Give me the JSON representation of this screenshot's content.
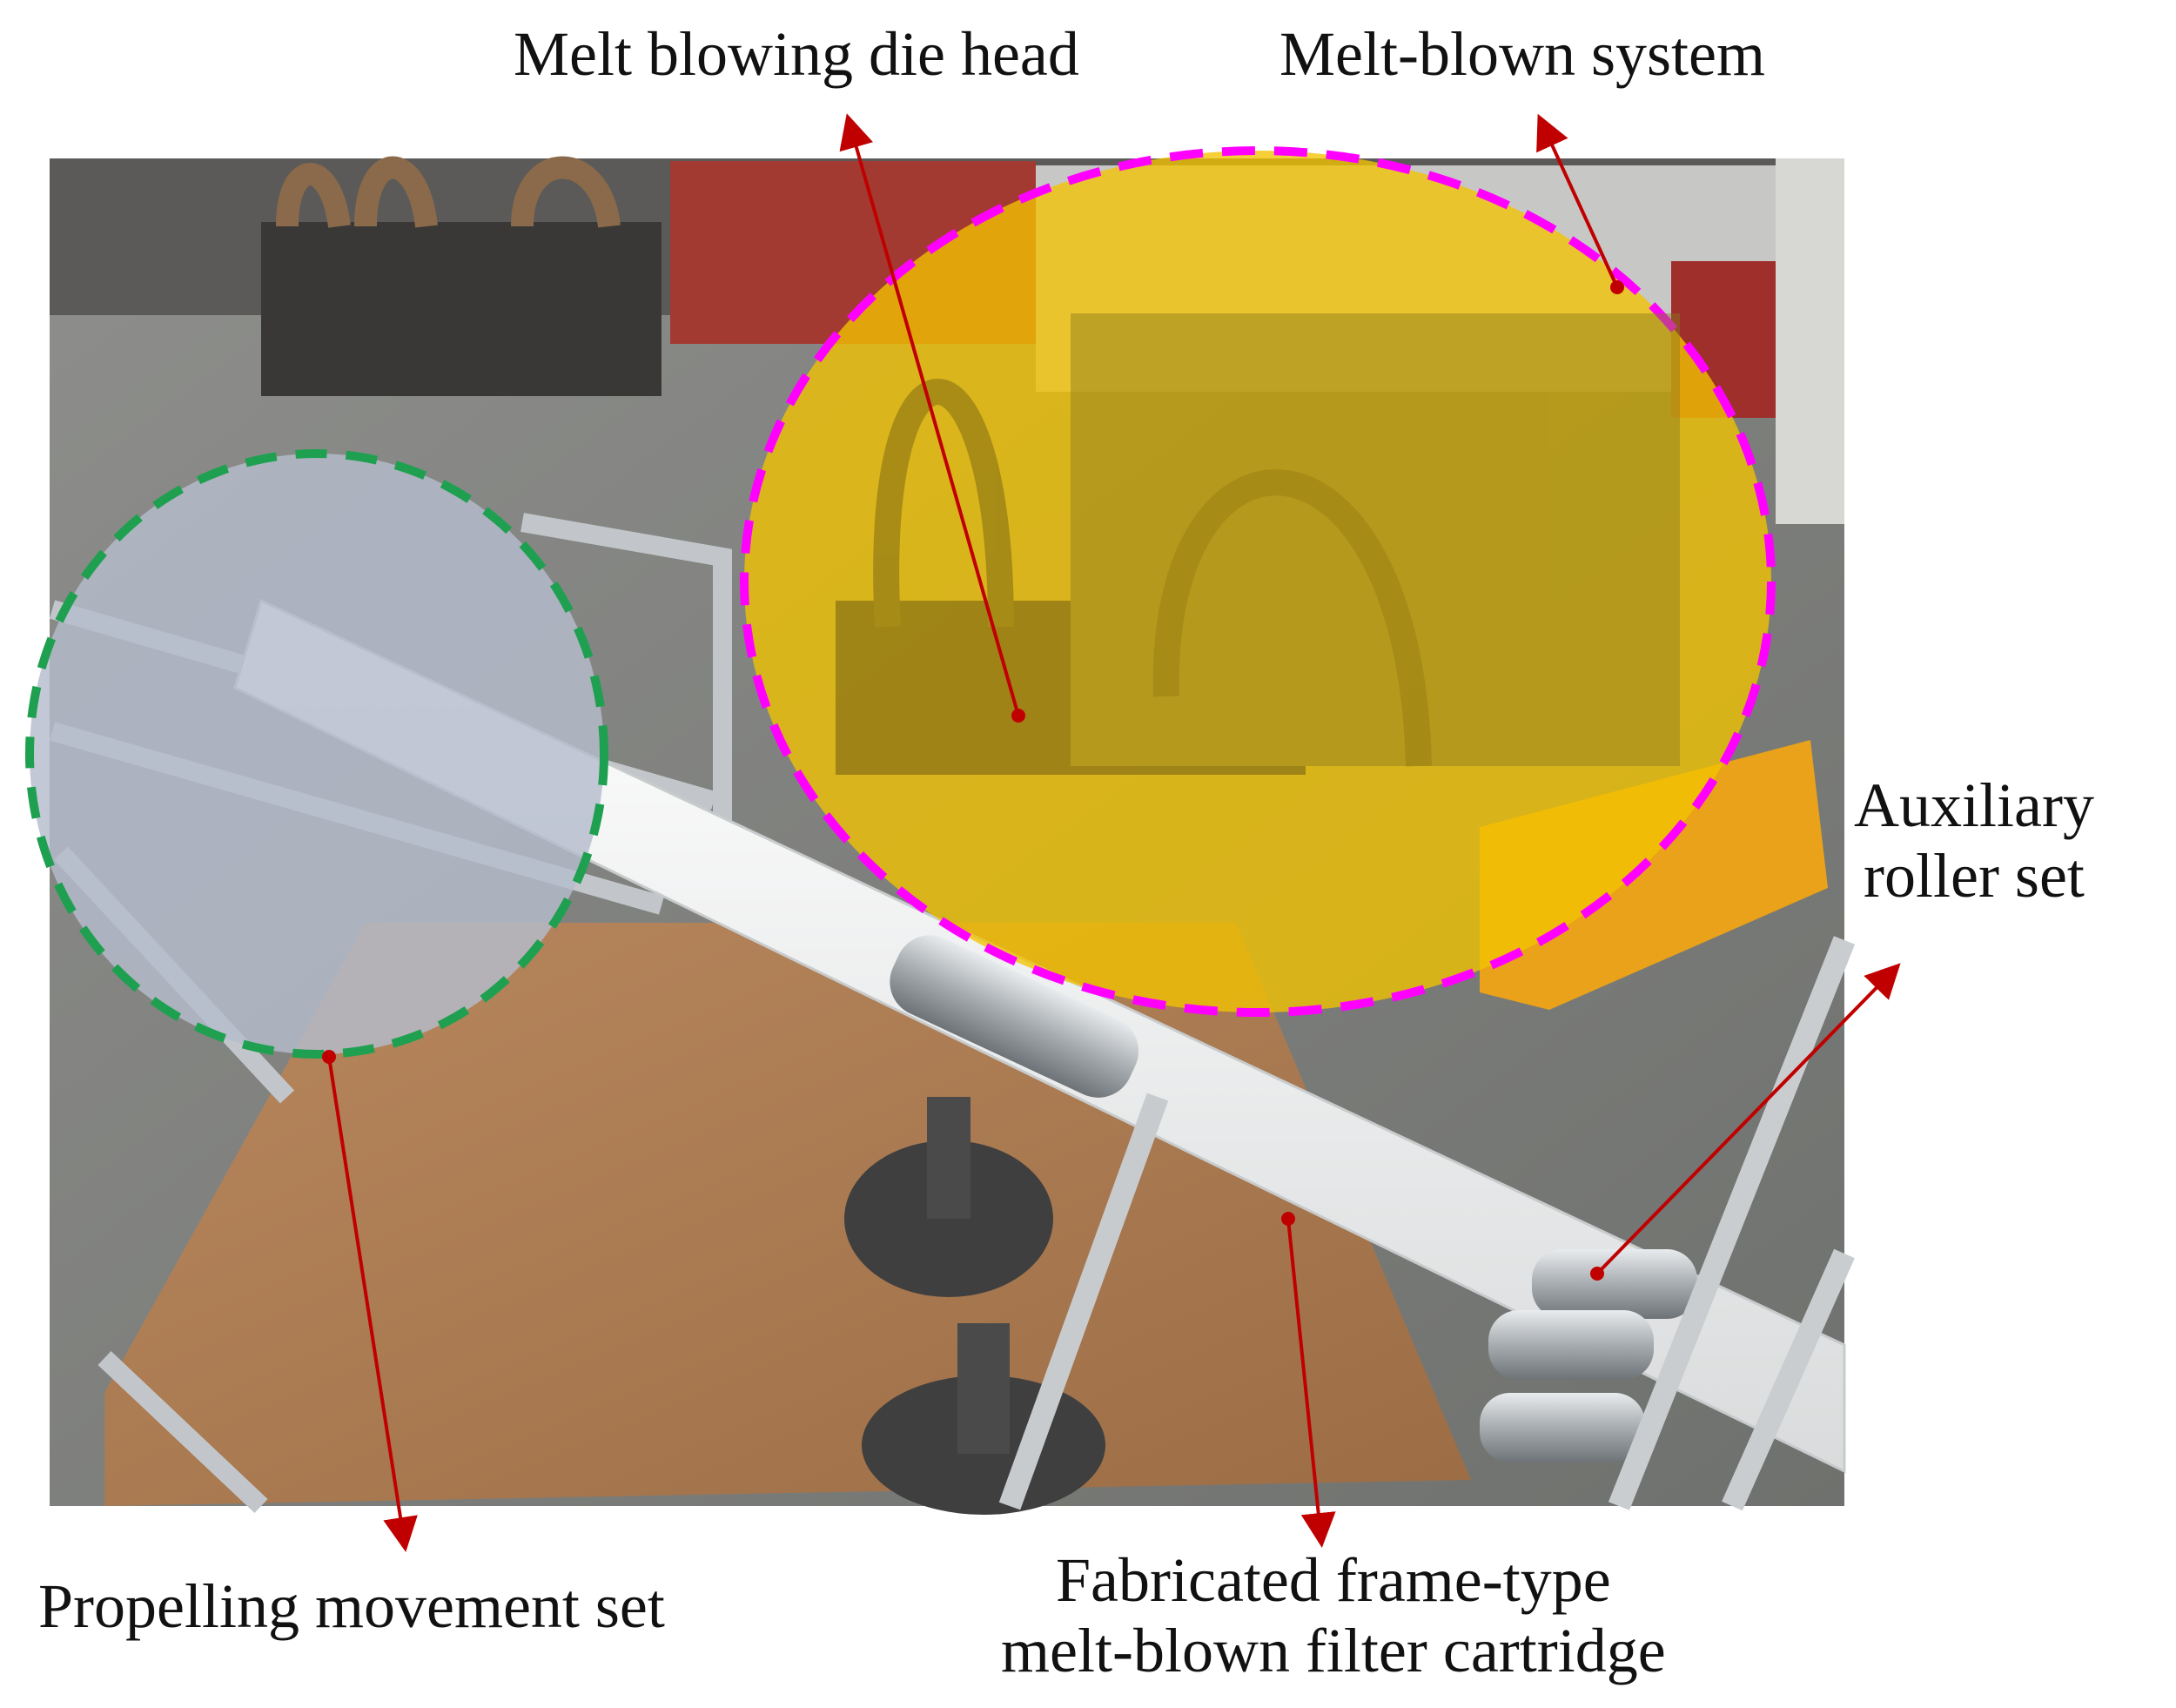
{
  "labels": {
    "die_head": "Melt blowing die head",
    "melt_blown_system": "Melt-blown system",
    "auxiliary_roller_set": [
      "Auxiliary",
      "roller set"
    ],
    "propelling_movement_set": "Propelling movement set",
    "filter_cartridge": [
      "Fabricated frame-type",
      "melt-blown filter cartridge"
    ]
  },
  "colors": {
    "arrow": "#c00000",
    "highlight_yellow": "#f2c300",
    "highlight_magenta": "#ff00ff",
    "highlight_green": "#1ea050",
    "highlight_grey": "#b4bccc"
  }
}
